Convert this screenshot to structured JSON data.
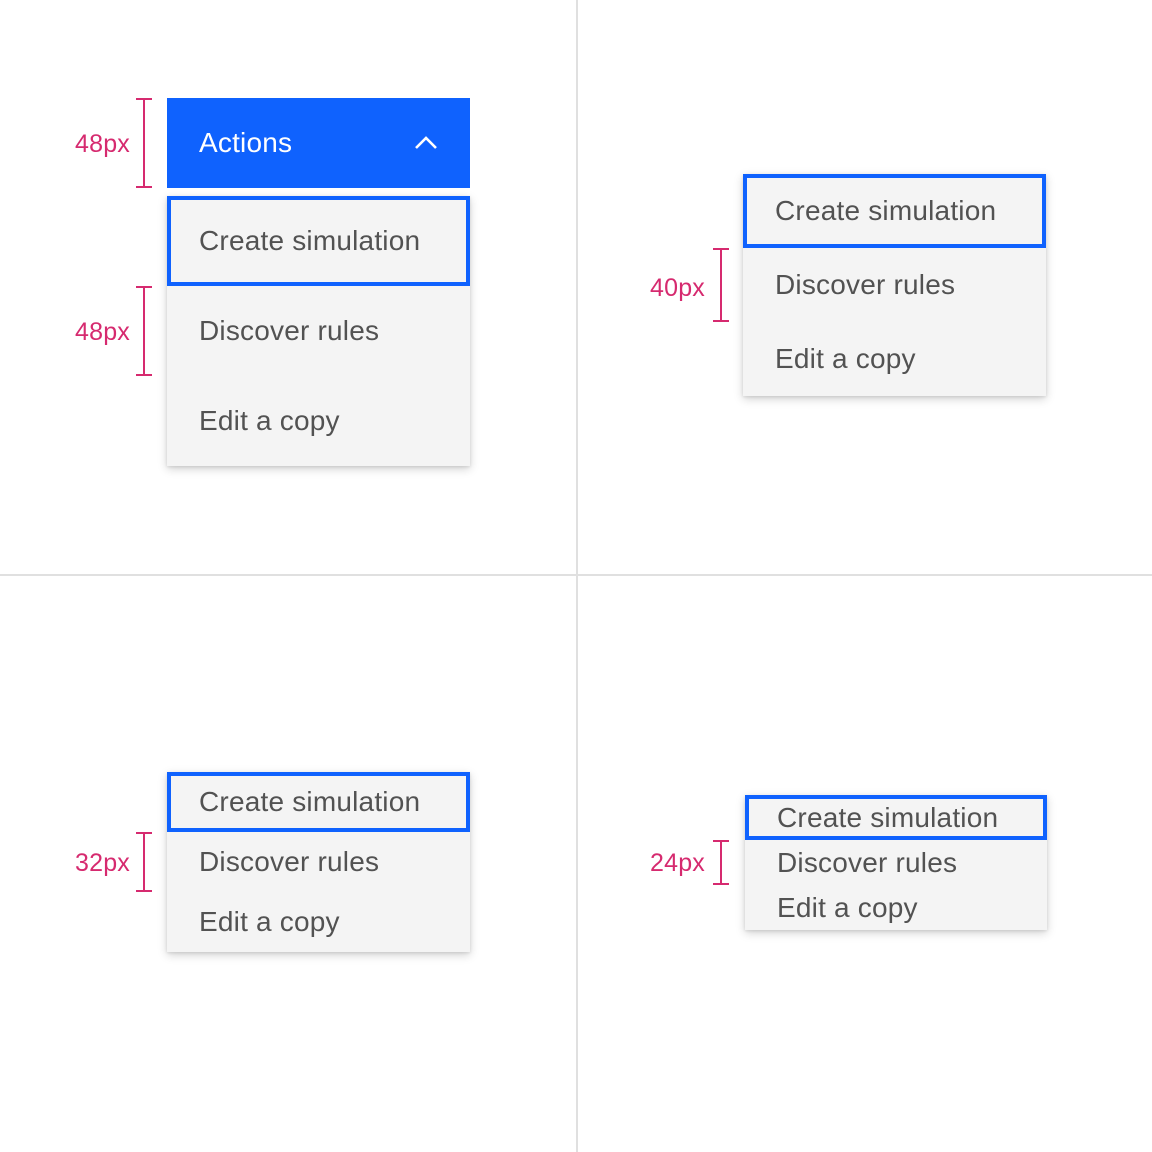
{
  "palette": {
    "accent": "#0f62fe",
    "annotation": "#d62a6f",
    "menu_background": "#f4f4f4",
    "menu_text": "#525252",
    "trigger_text": "#ffffff",
    "divider": "#e0e0e0"
  },
  "quadrants": [
    {
      "name": "menu-size-48",
      "trigger": {
        "label": "Actions",
        "icon": "chevron-up-icon"
      },
      "measurements": [
        "48px",
        "48px"
      ],
      "items": [
        {
          "label": "Create simulation",
          "focused": true
        },
        {
          "label": "Discover rules",
          "focused": false
        },
        {
          "label": "Edit a copy",
          "focused": false
        }
      ]
    },
    {
      "name": "menu-size-40",
      "measurements": [
        "40px"
      ],
      "items": [
        {
          "label": "Create simulation",
          "focused": true
        },
        {
          "label": "Discover rules",
          "focused": false
        },
        {
          "label": "Edit a copy",
          "focused": false
        }
      ]
    },
    {
      "name": "menu-size-32",
      "measurements": [
        "32px"
      ],
      "items": [
        {
          "label": "Create simulation",
          "focused": true
        },
        {
          "label": "Discover rules",
          "focused": false
        },
        {
          "label": "Edit a copy",
          "focused": false
        }
      ]
    },
    {
      "name": "menu-size-24",
      "measurements": [
        "24px"
      ],
      "items": [
        {
          "label": "Create simulation",
          "focused": true
        },
        {
          "label": "Discover rules",
          "focused": false
        },
        {
          "label": "Edit a copy",
          "focused": false
        }
      ]
    }
  ]
}
